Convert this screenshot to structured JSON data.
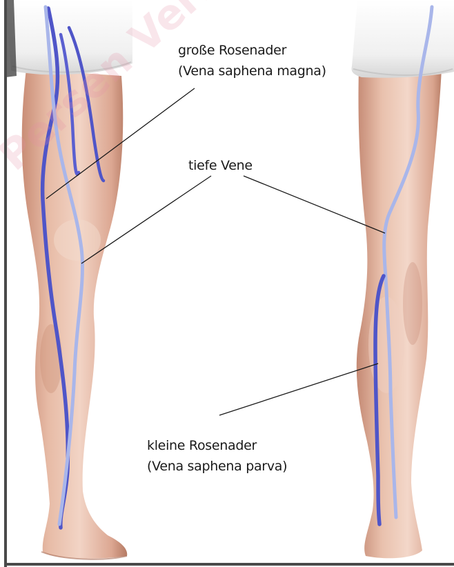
{
  "labels": {
    "great_saphenous_name": "große Rosenader",
    "great_saphenous_latin": "(Vena saphena magna)",
    "deep_vein": "tiefe Vene",
    "small_saphenous_name": "kleine Rosenader",
    "small_saphenous_latin": "(Vena saphena parva)"
  },
  "watermark": "Persen Verlag",
  "colors": {
    "skin_light": "#f1d2c2",
    "skin_mid": "#dfae98",
    "skin_shadow": "#b98068",
    "shorts": "#f3f3f3",
    "superficial_vein": "#4f55c8",
    "deep_vein": "#a9b6ea",
    "leader_line": "#1a1a1a",
    "frame": "#4a4a4a"
  }
}
